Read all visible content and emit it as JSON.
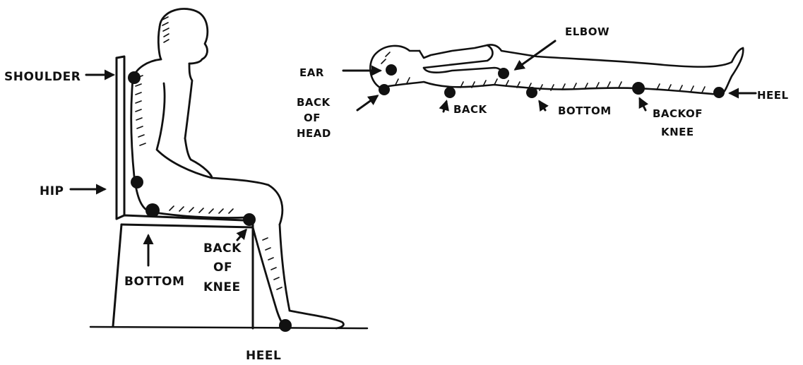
{
  "sitting": {
    "labels": {
      "shoulder": "SHOULDER",
      "hip": "HIP",
      "bottom": "BOTTOM",
      "back_of_knee_1": "BACK",
      "back_of_knee_2": "OF",
      "back_of_knee_3": "KNEE",
      "heel": "HEEL"
    }
  },
  "lying": {
    "labels": {
      "ear": "EAR",
      "elbow": "ELBOW",
      "back_of_head_1": "BACK",
      "back_of_head_2": "OF",
      "back_of_head_3": "HEAD",
      "back": "BACK",
      "bottom": "BOTTOM",
      "back_of_knee_1": "BACKOF",
      "back_of_knee_2": "KNEE",
      "heel": "HEEL"
    }
  },
  "colors": {
    "ink": "#111111",
    "background": "#ffffff"
  }
}
